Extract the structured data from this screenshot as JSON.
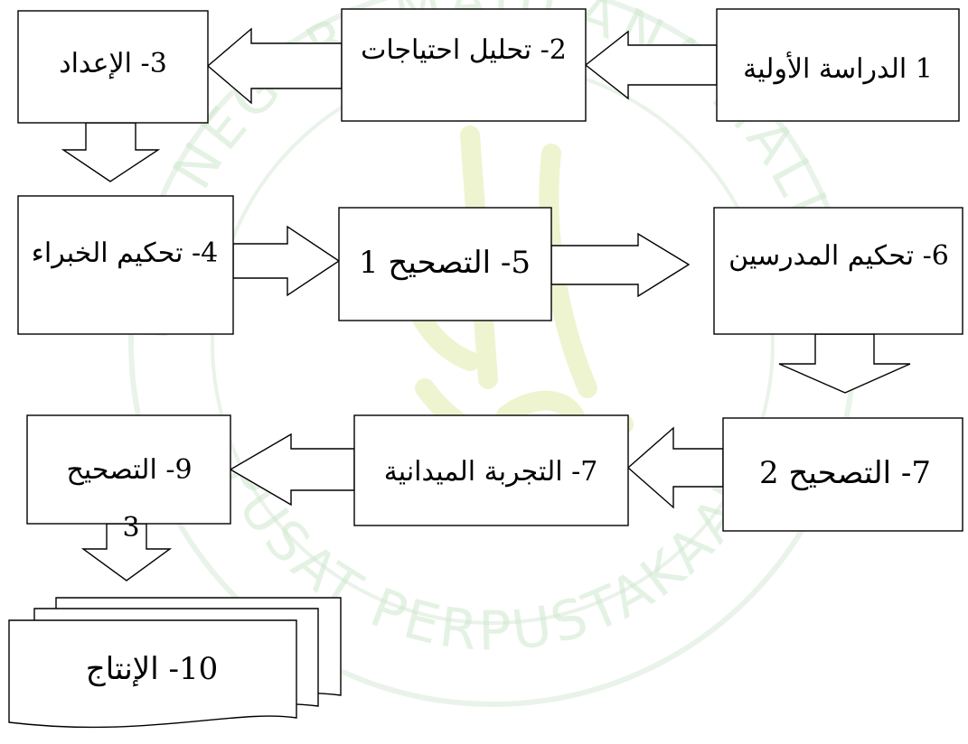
{
  "watermark": {
    "ring_text": "UNIVERSITAS ISLAM NEGERI MAULANA MALIK IBRAHIM MALANG",
    "bottom_text": "PUSAT PERPUSTAKAAN",
    "colors": {
      "ring": "#c9e3c9",
      "calligraphy": "#eaf1c2"
    }
  },
  "colors": {
    "stroke": "#000000",
    "fill": "#ffffff"
  },
  "boxes": {
    "b1": {
      "label": "1  الدراسة الأولية"
    },
    "b2": {
      "label": "2- تحليل احتياجات"
    },
    "b3": {
      "label": "3- الإعداد"
    },
    "b4": {
      "label": "4- تحكيم الخبراء"
    },
    "b5": {
      "label": "5- التصحيح 1"
    },
    "b6": {
      "label": "6- تحكيم المدرسين"
    },
    "b7a": {
      "label": "7- التصحيح 2"
    },
    "b7b": {
      "label": "7- التجربة الميدانية"
    },
    "b9": {
      "label": "9- التصحيح",
      "cut_digit": "3"
    },
    "b10": {
      "label": "10- الإنتاج"
    }
  }
}
